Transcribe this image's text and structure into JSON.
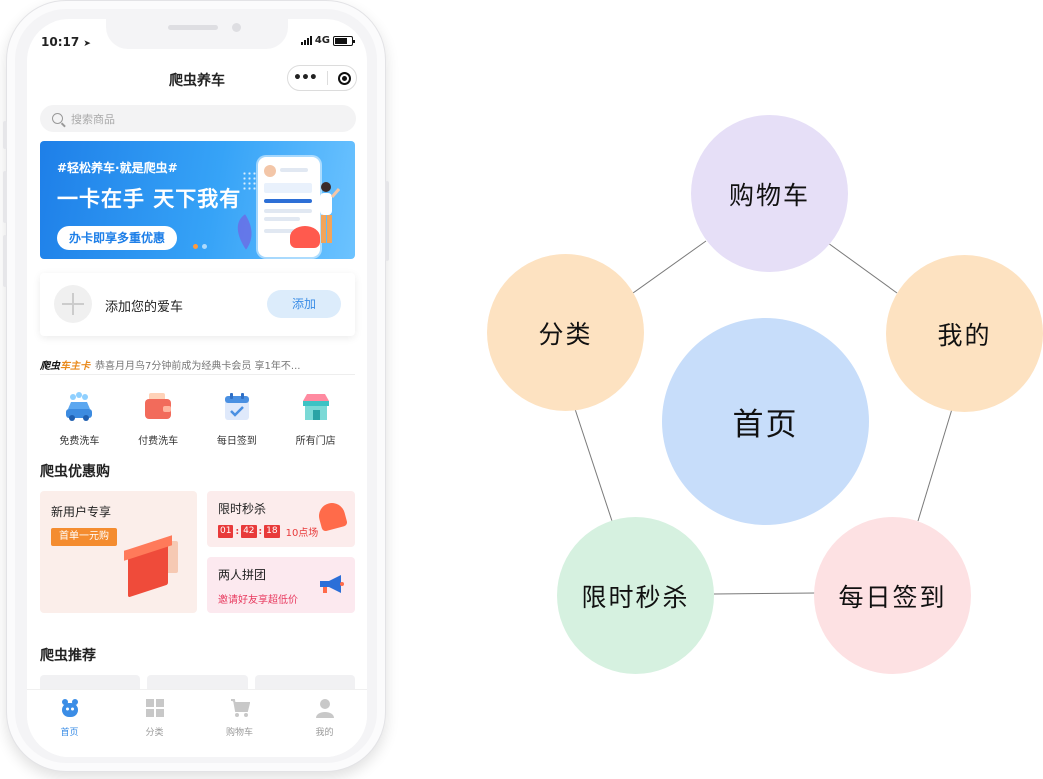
{
  "status": {
    "time": "10:17",
    "network": "4G"
  },
  "app": {
    "title": "爬虫养车"
  },
  "search": {
    "placeholder": "搜索商品"
  },
  "banner": {
    "tag": "#轻松养车·就是爬虫#",
    "title": "一卡在手 天下我有",
    "button": "办卡即享多重优惠"
  },
  "car": {
    "label": "添加您的爱车",
    "button": "添加"
  },
  "ticker": {
    "logo_a": "爬虫",
    "logo_b": "车主卡",
    "text": "恭喜月月鸟7分钟前成为经典卡会员 享1年不..."
  },
  "quick": [
    {
      "label": "免费洗车",
      "icon": "free-wash-icon",
      "color": "#5ba7f0"
    },
    {
      "label": "付费洗车",
      "icon": "wallet-icon",
      "color": "#f26b5b"
    },
    {
      "label": "每日签到",
      "icon": "calendar-check-icon",
      "color": "#4a90e2"
    },
    {
      "label": "所有门店",
      "icon": "store-icon",
      "color": "#3cc3c4"
    }
  ],
  "deals": {
    "title": "爬虫优惠购",
    "new_user": {
      "title": "新用户专享",
      "tag": "首单一元购"
    },
    "flash": {
      "title": "限时秒杀",
      "h": "01",
      "m": "42",
      "s": "18",
      "when": "10点场"
    },
    "group": {
      "title": "两人拼团",
      "sub": "邀请好友享超低价"
    }
  },
  "recommend": {
    "title": "爬虫推荐"
  },
  "tabs": [
    {
      "label": "首页",
      "icon": "home-icon"
    },
    {
      "label": "分类",
      "icon": "category-icon"
    },
    {
      "label": "购物车",
      "icon": "cart-icon"
    },
    {
      "label": "我的",
      "icon": "profile-icon"
    }
  ],
  "diagram": {
    "center": {
      "label": "首页",
      "color": "#c7ddfa"
    },
    "nodes": [
      {
        "label": "购物车",
        "color": "#e6dff7"
      },
      {
        "label": "我的",
        "color": "#fde2c1"
      },
      {
        "label": "每日签到",
        "color": "#fde1e3"
      },
      {
        "label": "限时秒杀",
        "color": "#d6f1e0"
      },
      {
        "label": "分类",
        "color": "#fde2c1"
      }
    ],
    "edge_color": "#7a7a7a"
  }
}
